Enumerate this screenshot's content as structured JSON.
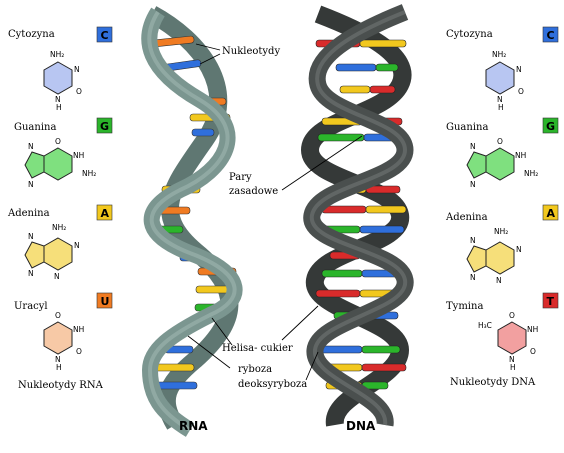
{
  "labels": {
    "nucleotides": "Nukleotydy",
    "base_pairs_line1": "Pary",
    "base_pairs_line2": "zasadowe",
    "helix": "Helisa- cukier",
    "ribose": "ryboza",
    "deoxyribose": "deoksyryboza",
    "rna": "RNA",
    "dna": "DNA",
    "rna_nucleotides": "Nukleotydy RNA",
    "dna_nucleotides": "Nukleotydy DNA"
  },
  "rna_bases": [
    {
      "name": "Cytozyna",
      "letter": "C",
      "color": "#2f6fdc",
      "fill": "#b8c6f2"
    },
    {
      "name": "Guanina",
      "letter": "G",
      "color": "#2bb52b",
      "fill": "#7fe07f"
    },
    {
      "name": "Adenina",
      "letter": "A",
      "color": "#f2c81e",
      "fill": "#f6df7a"
    },
    {
      "name": "Uracyl",
      "letter": "U",
      "color": "#f07b22",
      "fill": "#f7c9a6"
    }
  ],
  "dna_bases": [
    {
      "name": "Cytozyna",
      "letter": "C",
      "color": "#2f6fdc",
      "fill": "#b8c6f2"
    },
    {
      "name": "Guanina",
      "letter": "G",
      "color": "#2bb52b",
      "fill": "#7fe07f"
    },
    {
      "name": "Adenina",
      "letter": "A",
      "color": "#f2c81e",
      "fill": "#f6df7a"
    },
    {
      "name": "Tymina",
      "letter": "T",
      "color": "#d92b2b",
      "fill": "#f2a0a0"
    }
  ],
  "chem": {
    "nh2": "NH₂",
    "nh": "NH",
    "n": "N",
    "o": "O",
    "h": "H",
    "h3c": "H₃C"
  },
  "colors": {
    "rna_backbone": "#7b9690",
    "rna_backbone_dark": "#5f7772",
    "dna_backbone": "#4a4f4e",
    "dna_backbone_dark": "#353938",
    "cytosine": "#2f6fdc",
    "guanine": "#2bb52b",
    "adenine": "#f2c81e",
    "uracil": "#f07b22",
    "thymine": "#d92b2b"
  }
}
